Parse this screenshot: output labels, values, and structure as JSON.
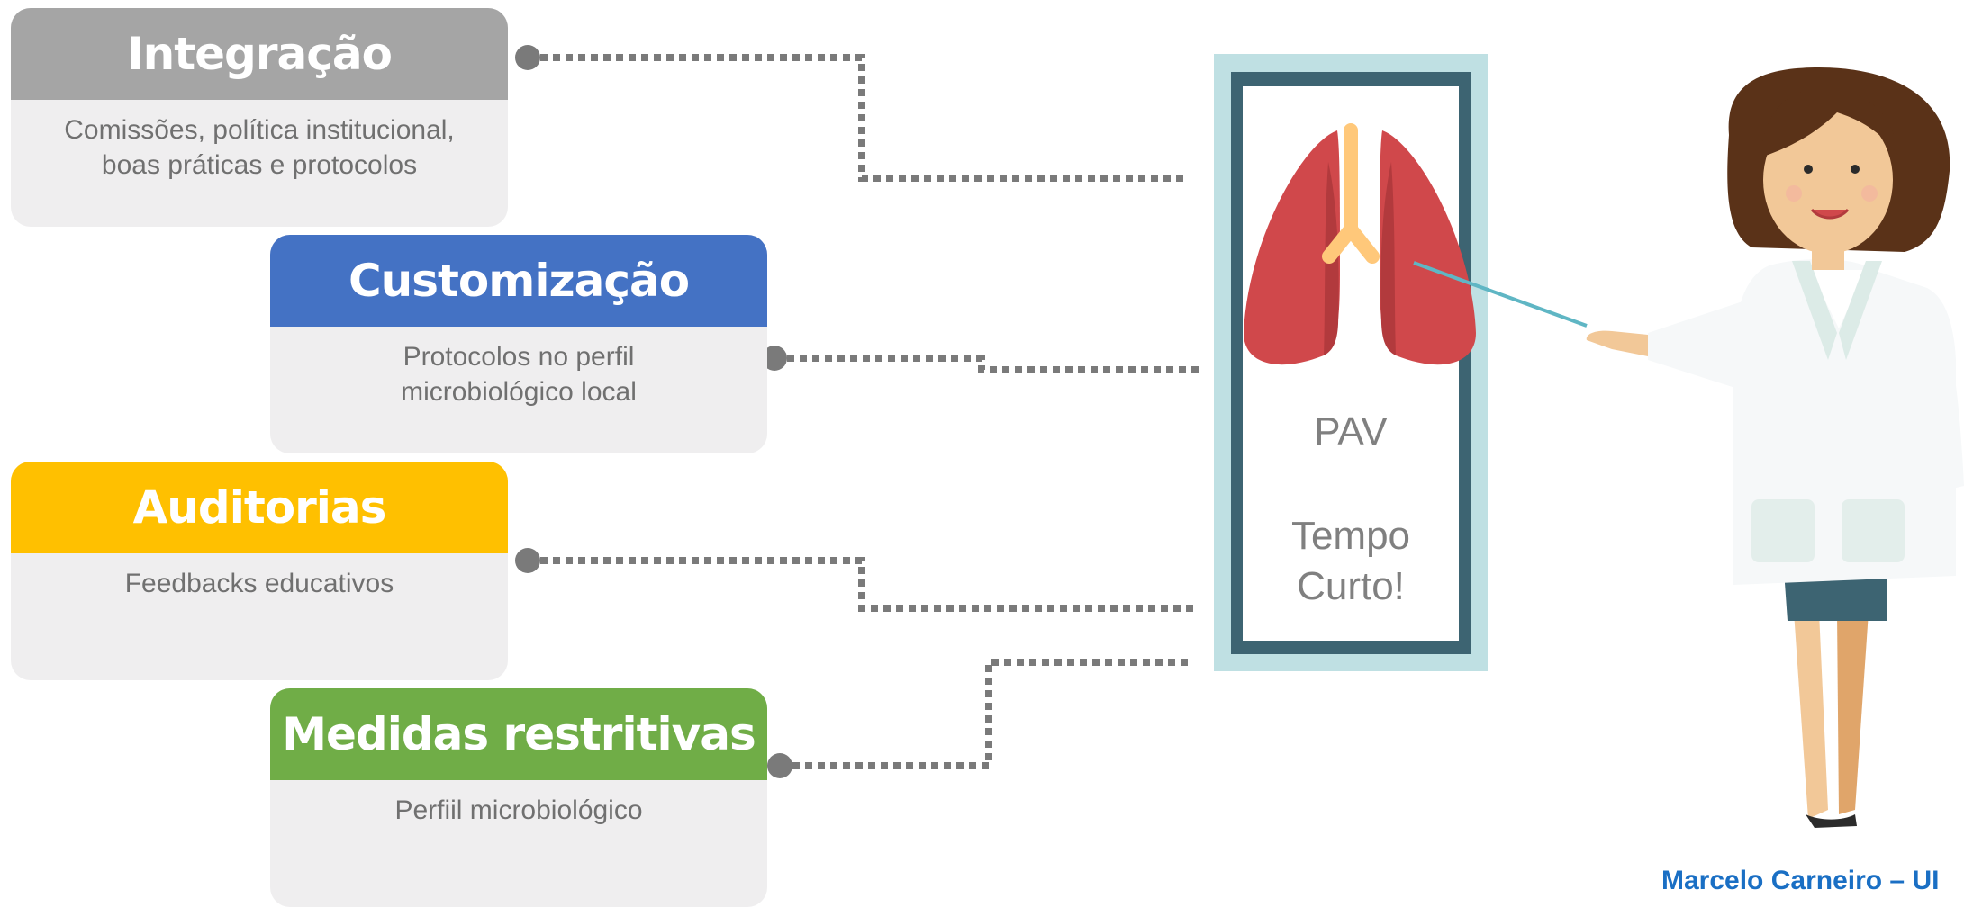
{
  "colors": {
    "integracao": "#a5a5a5",
    "customizacao": "#4472c4",
    "auditorias": "#ffc000",
    "medidas": "#70ad47",
    "card_body": "#efeeef",
    "connector": "#7a7a7a",
    "frame_outer": "#bfe0e3",
    "frame_inner": "#3d6472",
    "lungs": "#d0484b",
    "trachea": "#ffc87a",
    "footer_text": "#1a6fc4"
  },
  "cards": [
    {
      "title": "Integração",
      "lines": [
        "Comissões, política institucional,",
        "boas práticas e protocolos"
      ]
    },
    {
      "title": "Customização",
      "lines": [
        "Protocolos no perfil",
        "microbiológico local"
      ]
    },
    {
      "title": "Auditorias",
      "lines": [
        "Feedbacks educativos"
      ]
    },
    {
      "title": "Medidas restritivas",
      "lines": [
        "Perfiil microbiológico"
      ]
    }
  ],
  "panel": {
    "label": "PAV",
    "note_line1": "Tempo",
    "note_line2": "Curto!"
  },
  "icons": [
    "lungs-icon",
    "doctor-illustration"
  ],
  "footer": {
    "author": "Marcelo Carneiro – UI"
  }
}
